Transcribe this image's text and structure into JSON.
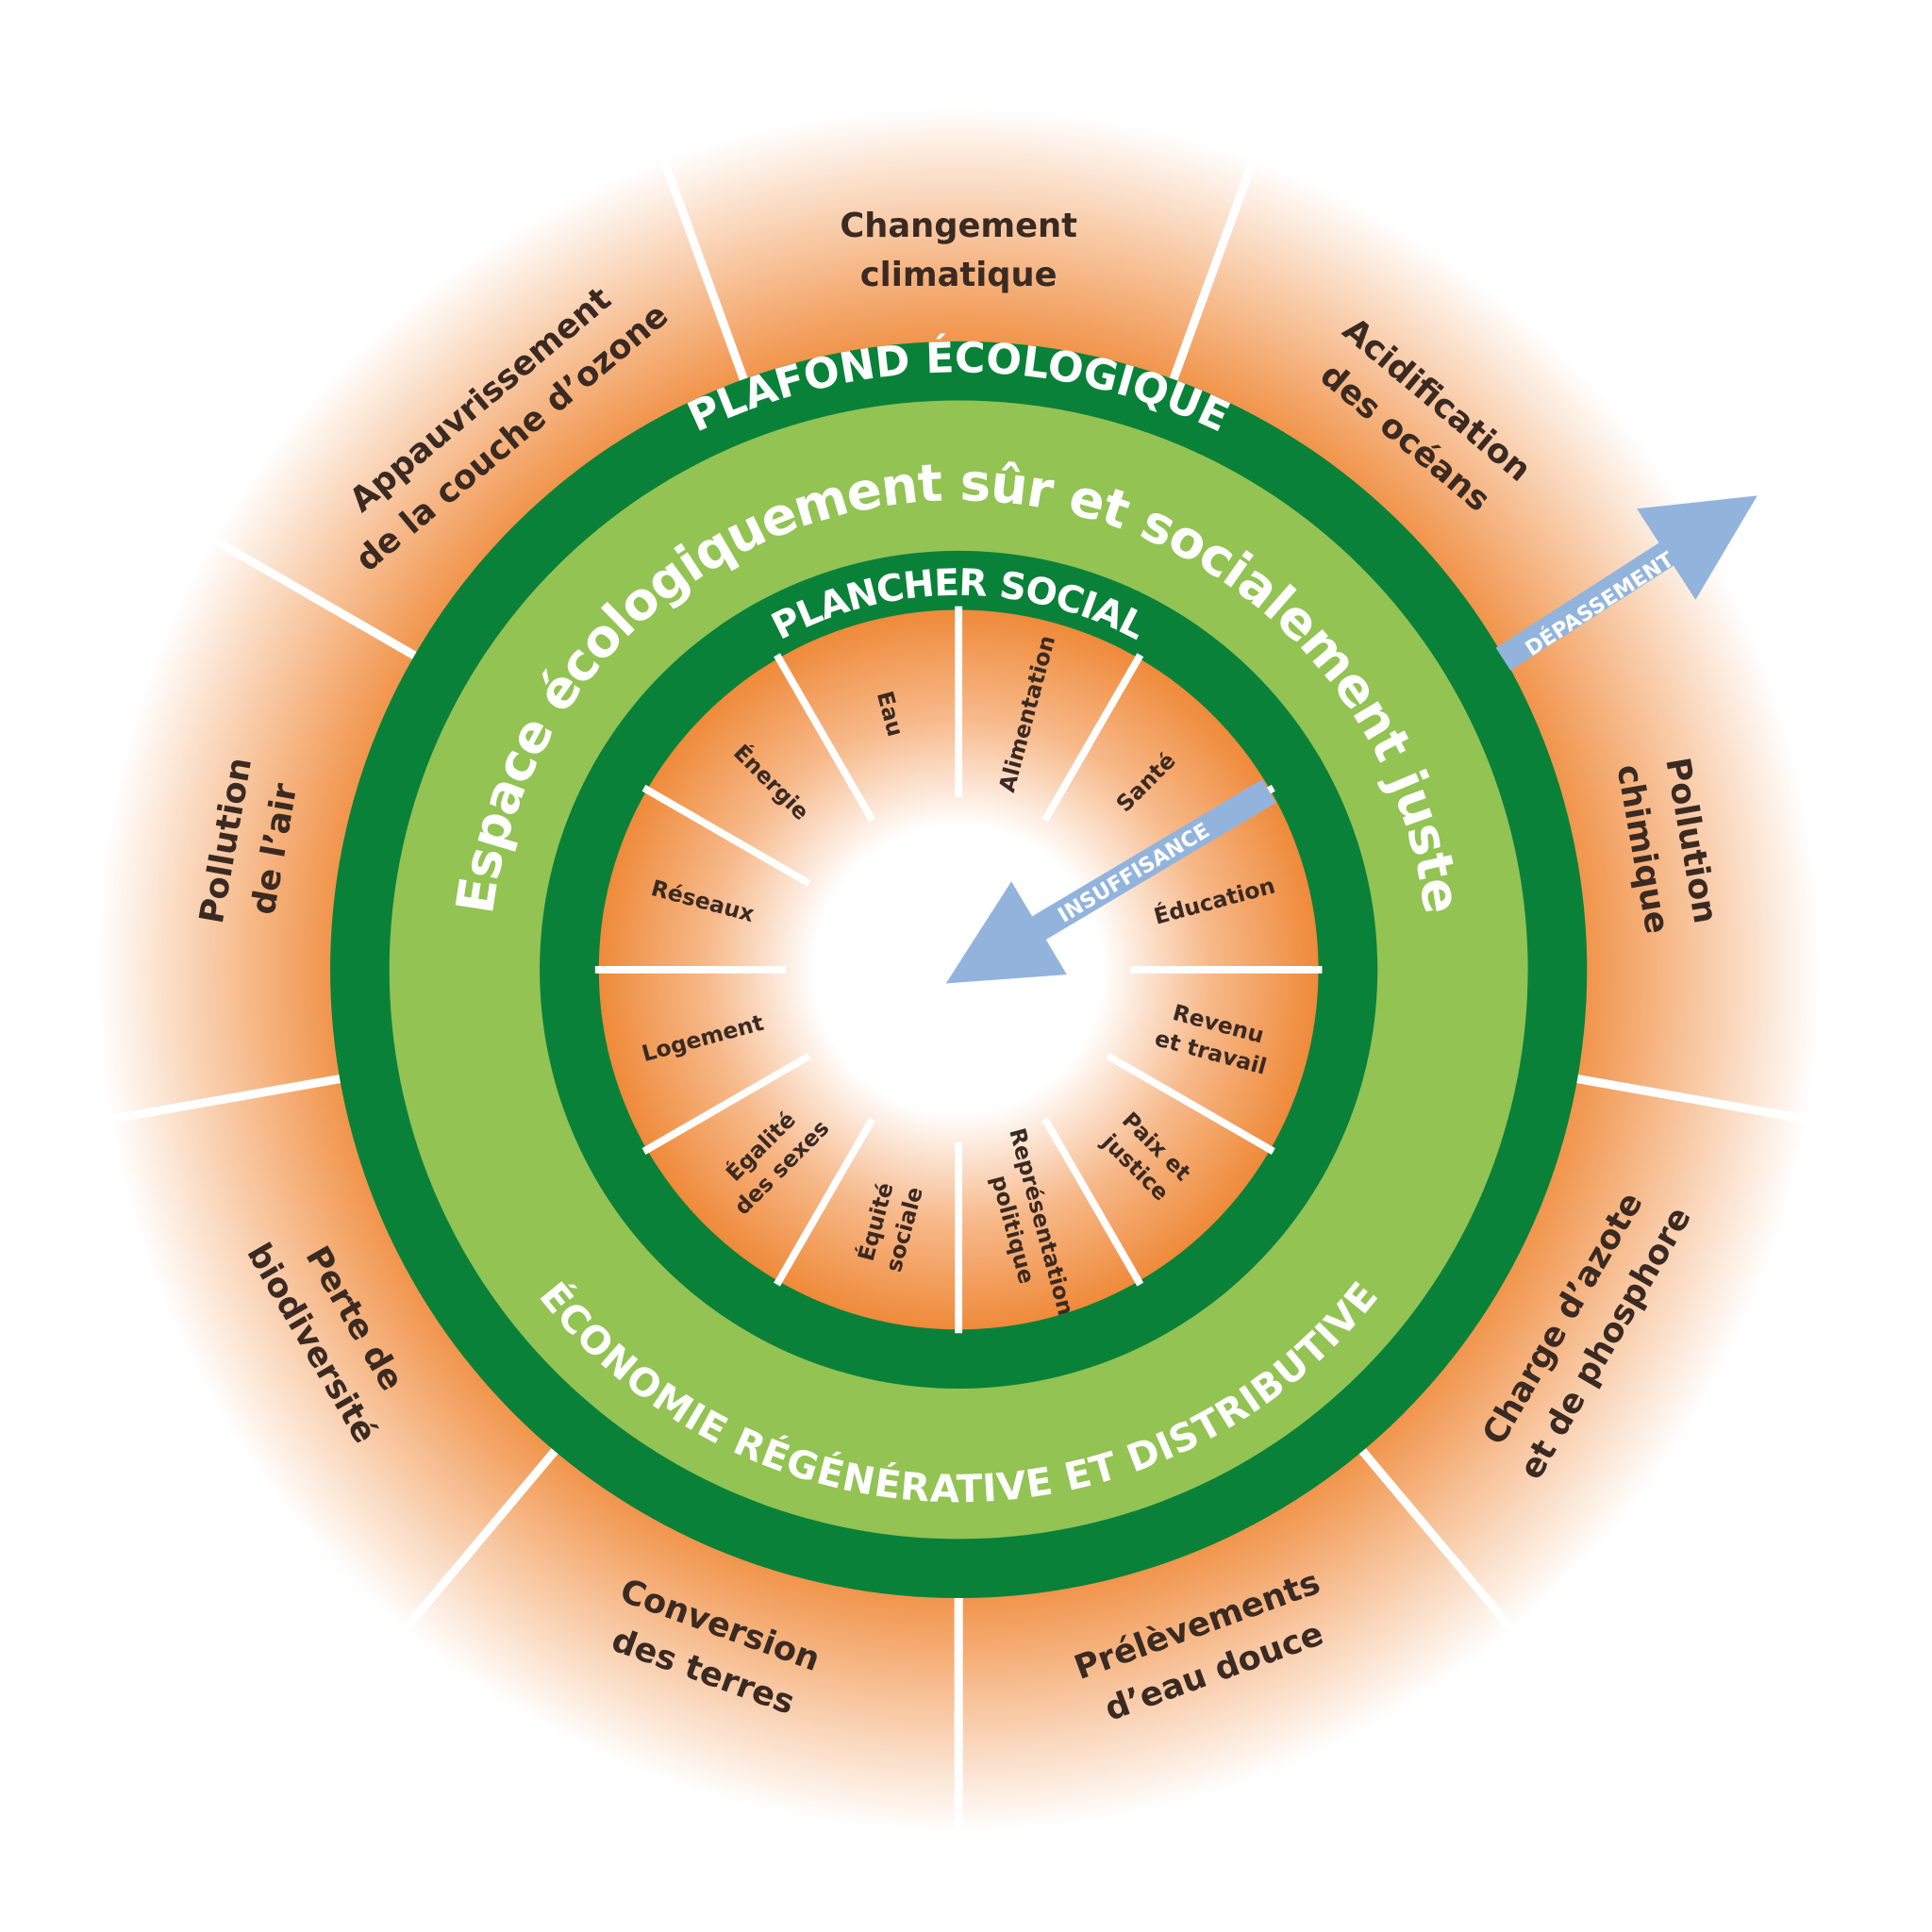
{
  "colors": {
    "dark_green": "#0a8139",
    "light_green": "#92c353",
    "orange": "#ef8a3a",
    "arrow_blue": "#92b4dc"
  },
  "titles": {
    "ecological_ceiling": "PLAFOND ÉCOLOGIQUE",
    "safe_just_space": "Espace écologiquement sûr et socialement juste",
    "social_foundation": "PLANCHER SOCIAL",
    "economy": "ÉCONOMIE RÉGÉNÉRATIVE ET DISTRIBUTIVE"
  },
  "arrows": {
    "overshoot": "DÉPASSEMENT",
    "shortfall": "INSUFFISANCE"
  },
  "ecological_boundaries": [
    {
      "lines": [
        "Changement",
        "climatique"
      ]
    },
    {
      "lines": [
        "Acidification",
        "des océans"
      ]
    },
    {
      "lines": [
        "Pollution",
        "chimique"
      ]
    },
    {
      "lines": [
        "Charge d’azote",
        "et de phosphore"
      ]
    },
    {
      "lines": [
        "Prélèvements",
        "d’eau douce"
      ]
    },
    {
      "lines": [
        "Conversion",
        "des terres"
      ]
    },
    {
      "lines": [
        "Perte de",
        "biodiversité"
      ]
    },
    {
      "lines": [
        "Pollution",
        "de l’air"
      ]
    },
    {
      "lines": [
        "Appauvrissement",
        "de la couche d’ozone"
      ]
    }
  ],
  "social_foundation": [
    {
      "lines": [
        "Alimentation"
      ]
    },
    {
      "lines": [
        "Santé"
      ]
    },
    {
      "lines": [
        "Éducation"
      ]
    },
    {
      "lines": [
        "Revenu",
        "et travail"
      ]
    },
    {
      "lines": [
        "Paix et",
        "justice"
      ]
    },
    {
      "lines": [
        "Représentation",
        "politique"
      ]
    },
    {
      "lines": [
        "Équité",
        "sociale"
      ]
    },
    {
      "lines": [
        "Égalité",
        "des sexes"
      ]
    },
    {
      "lines": [
        "Logement"
      ]
    },
    {
      "lines": [
        "Réseaux"
      ]
    },
    {
      "lines": [
        "Énergie"
      ]
    },
    {
      "lines": [
        "Eau"
      ]
    }
  ]
}
